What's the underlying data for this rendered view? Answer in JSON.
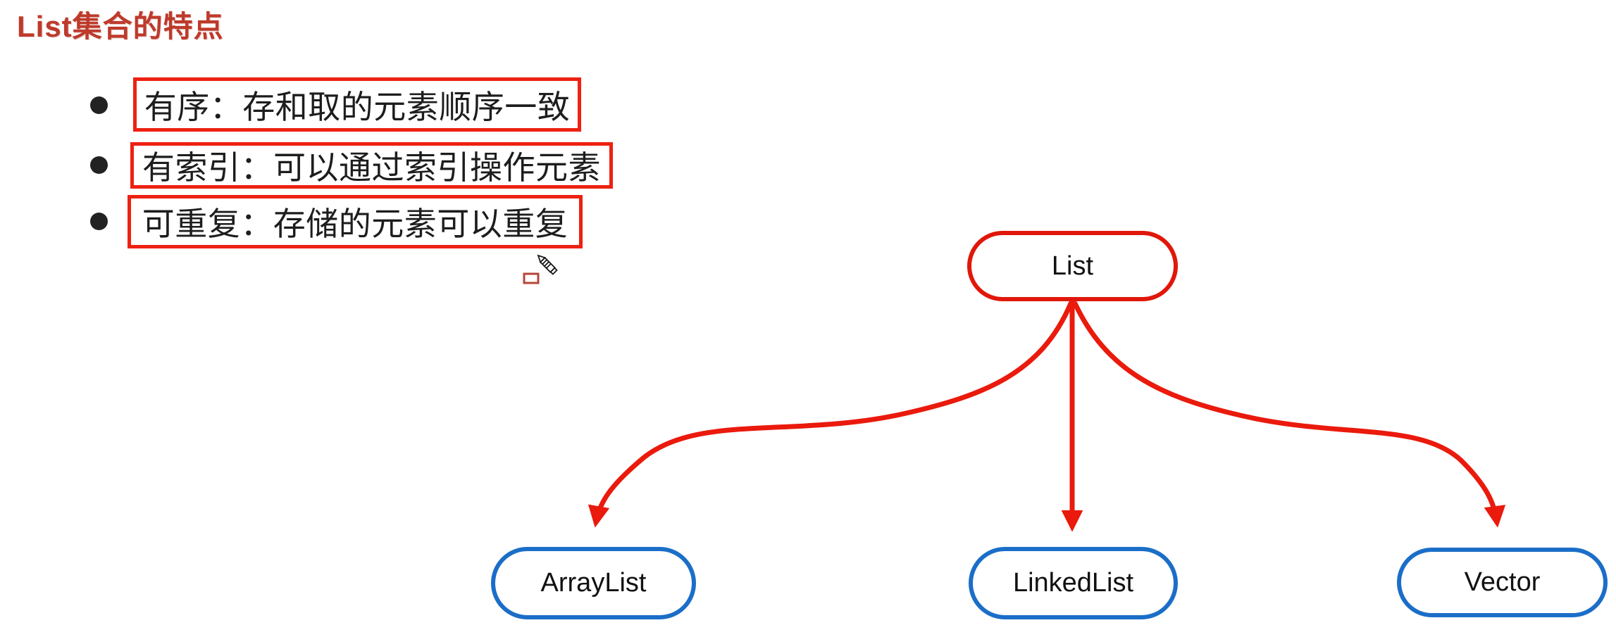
{
  "page": {
    "title": "List集合的特点"
  },
  "bullets": [
    {
      "label": "有序：存和取的元素顺序一致"
    },
    {
      "label": "有索引：可以通过索引操作元素"
    },
    {
      "label": "可重复：存储的元素可以重复"
    }
  ],
  "diagram": {
    "root": {
      "label": "List"
    },
    "children": [
      {
        "label": "ArrayList"
      },
      {
        "label": "LinkedList"
      },
      {
        "label": "Vector"
      }
    ]
  },
  "cursor": {
    "icon": "pencil-cursor-icon"
  },
  "colors": {
    "title_red": "#be3a2b",
    "annotation_red": "#ee2112",
    "arrow_red": "#ea1a0c",
    "root_node_border": "#e0170a",
    "child_node_border": "#1b6ec8",
    "text": "#1d1d1d"
  }
}
